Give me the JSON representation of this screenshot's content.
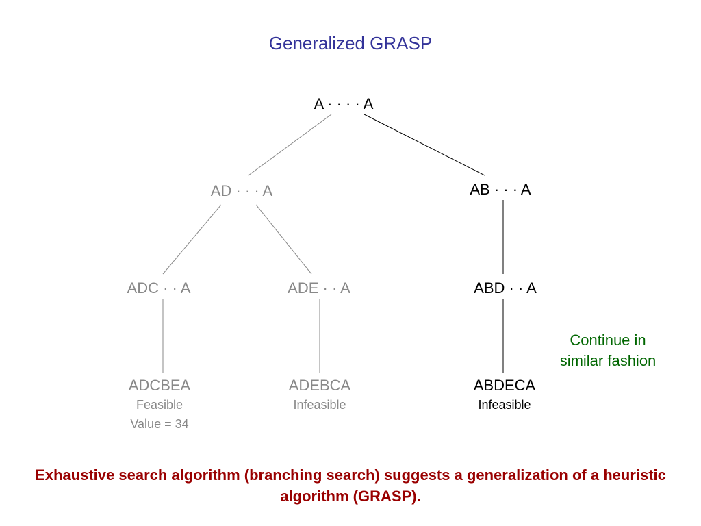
{
  "title": "Generalized GRASP",
  "nodes": {
    "root": "A · · · · A",
    "ad": "AD · · · A",
    "ab": "AB · · · A",
    "adc": "ADC · · A",
    "ade": "ADE · · A",
    "abd": "ABD · · A",
    "adcbea": "ADCBEA",
    "adebca": "ADEBCA",
    "abdeca": "ABDECA"
  },
  "leaf_labels": {
    "adcbea_status": "Feasible",
    "adcbea_value": "Value = 34",
    "adebca_status": "Infeasible",
    "abdeca_status": "Infeasible"
  },
  "note": "Continue in similar fashion",
  "caption": "Exhaustive search algorithm (branching search) suggests a generalization of a heuristic algorithm (GRASP).",
  "colors": {
    "title": "#333399",
    "explored_node": "#888888",
    "active_node": "#000000",
    "note": "#006600",
    "caption": "#990000"
  }
}
